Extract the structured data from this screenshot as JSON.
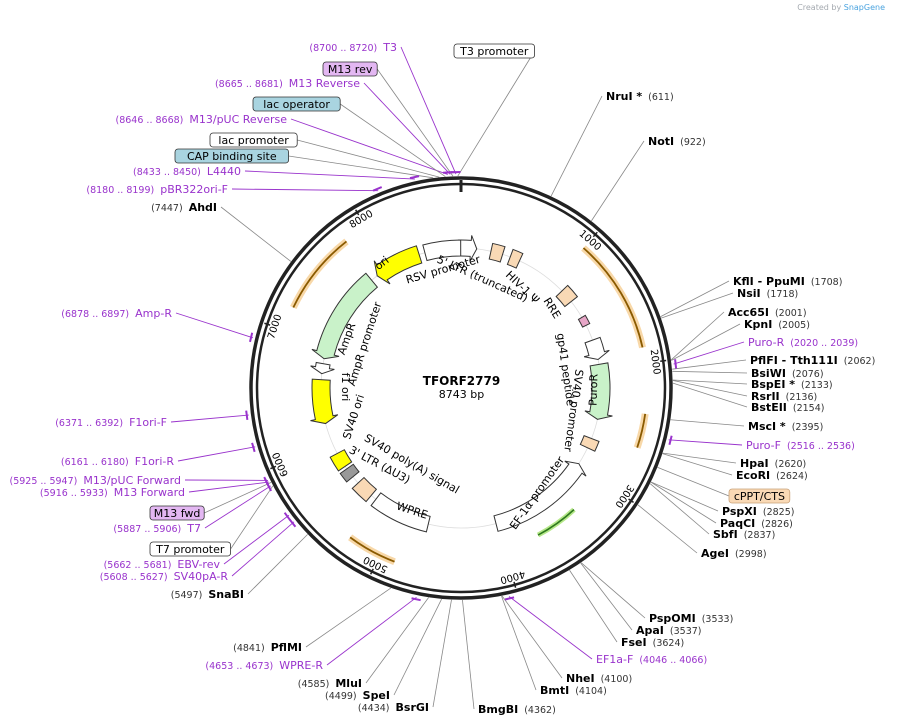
{
  "credit": {
    "prefix": "Created by",
    "brand": "SnapGene"
  },
  "plasmid": {
    "name": "TFORF2779",
    "length_text": "8743 bp",
    "length": 8743
  },
  "enzymes": [
    {
      "name": "NruI *",
      "coord": "(611)",
      "pos": 611
    },
    {
      "name": "NotI",
      "coord": "(922)",
      "pos": 922
    },
    {
      "name": "KflI",
      "name2": "PpuMI",
      "coord": "(1708)",
      "pos": 1708
    },
    {
      "name": "NsiI",
      "coord": "(1718)",
      "pos": 1718
    },
    {
      "name": "Acc65I",
      "coord": "(2001)",
      "pos": 2001
    },
    {
      "name": "KpnI",
      "coord": "(2005)",
      "pos": 2005
    },
    {
      "name": "PflFI",
      "name2": "Tth111I",
      "coord": "(2062)",
      "pos": 2062
    },
    {
      "name": "BsiWI",
      "coord": "(2076)",
      "pos": 2076
    },
    {
      "name": "BspEI *",
      "coord": "(2133)",
      "pos": 2133
    },
    {
      "name": "RsrII",
      "coord": "(2136)",
      "pos": 2136
    },
    {
      "name": "BstEII",
      "coord": "(2154)",
      "pos": 2154
    },
    {
      "name": "MscI *",
      "coord": "(2395)",
      "pos": 2395
    },
    {
      "name": "HpaI",
      "coord": "(2620)",
      "pos": 2620
    },
    {
      "name": "EcoRI",
      "coord": "(2624)",
      "pos": 2624
    },
    {
      "name": "PspXI",
      "coord": "(2825)",
      "pos": 2825
    },
    {
      "name": "PaqCI",
      "coord": "(2826)",
      "pos": 2826
    },
    {
      "name": "SbfI",
      "coord": "(2837)",
      "pos": 2837
    },
    {
      "name": "AgeI",
      "coord": "(2998)",
      "pos": 2998
    },
    {
      "name": "PspOMI",
      "coord": "(3533)",
      "pos": 3533
    },
    {
      "name": "ApaI",
      "coord": "(3537)",
      "pos": 3537
    },
    {
      "name": "FseI",
      "coord": "(3624)",
      "pos": 3624
    },
    {
      "name": "NheI",
      "coord": "(4100)",
      "pos": 4100
    },
    {
      "name": "BmtI",
      "coord": "(4104)",
      "pos": 4104
    },
    {
      "name": "BmgBI",
      "coord": "(4362)",
      "pos": 4362
    },
    {
      "name": "BsrGI",
      "coord": "(4434)",
      "pos": 4434
    },
    {
      "name": "SpeI",
      "coord": "(4499)",
      "pos": 4499
    },
    {
      "name": "MluI",
      "coord": "(4585)",
      "pos": 4585
    },
    {
      "name": "PflMI",
      "coord": "(4841)",
      "pos": 4841
    },
    {
      "name": "SnaBI",
      "coord": "(5497)",
      "pos": 5497
    },
    {
      "name": "AhdI",
      "coord": "(7447)",
      "pos": 7447
    }
  ],
  "primers": [
    {
      "name": "T3",
      "coord": "(8700 .. 8720)",
      "pos": 8710
    },
    {
      "name": "M13 Reverse",
      "coord": "(8665 .. 8681)",
      "pos": 8673
    },
    {
      "name": "M13/pUC Reverse",
      "coord": "(8646 .. 8668)",
      "pos": 8657
    },
    {
      "name": "L4440",
      "coord": "(8433 .. 8450)",
      "pos": 8441
    },
    {
      "name": "pBR322ori-F",
      "coord": "(8180 .. 8199)",
      "pos": 8190
    },
    {
      "name": "Amp-R",
      "coord": "(6878 .. 6897)",
      "pos": 6887
    },
    {
      "name": "F1ori-F",
      "coord": "(6371 .. 6392)",
      "pos": 6381
    },
    {
      "name": "F1ori-R",
      "coord": "(6161 .. 6180)",
      "pos": 6170
    },
    {
      "name": "M13/pUC Forward",
      "coord": "(5925 .. 5947)",
      "pos": 5936
    },
    {
      "name": "M13 Forward",
      "coord": "(5916 .. 5933)",
      "pos": 5924
    },
    {
      "name": "T7",
      "coord": "(5887 .. 5906)",
      "pos": 5896
    },
    {
      "name": "EBV-rev",
      "coord": "(5662 .. 5681)",
      "pos": 5671
    },
    {
      "name": "SV40pA-R",
      "coord": "(5608 .. 5627)",
      "pos": 5617
    },
    {
      "name": "WPRE-R",
      "coord": "(4653 .. 4673)",
      "pos": 4663
    },
    {
      "name": "EF1a-F",
      "coord": "(4046 .. 4066)",
      "pos": 4056
    },
    {
      "name": "Puro-R",
      "coord": "(2020 .. 2039)",
      "pos": 2030
    },
    {
      "name": "Puro-F",
      "coord": "(2516 .. 2536)",
      "pos": 2526
    }
  ],
  "outer_features": [
    {
      "name": "T3 promoter",
      "pos": 8722,
      "style": "white"
    },
    {
      "name": "M13 rev",
      "pos": 8690,
      "style": "purple"
    },
    {
      "name": "lac operator",
      "pos": 8640,
      "style": "blue"
    },
    {
      "name": "lac promoter",
      "pos": 8600,
      "style": "white"
    },
    {
      "name": "CAP binding site",
      "pos": 8560,
      "style": "blue"
    },
    {
      "name": "cPPT/CTS",
      "pos": 2720,
      "style": "tan"
    },
    {
      "name": "M13 fwd",
      "pos": 5915,
      "style": "purple"
    },
    {
      "name": "T7 promoter",
      "pos": 5890,
      "style": "white"
    }
  ],
  "inner_labels": [
    {
      "name": "RSV promoter"
    },
    {
      "name": "5' LTR (truncated)"
    },
    {
      "name": "HIV-1 Ψ"
    },
    {
      "name": "RRE"
    },
    {
      "name": "gp41 peptide"
    },
    {
      "name": "SV40 promoter"
    },
    {
      "name": "PuroR"
    },
    {
      "name": "EF-1α promoter"
    },
    {
      "name": "WPRE"
    },
    {
      "name": "3' LTR (ΔU3)"
    },
    {
      "name": "SV40 poly(A) signal"
    },
    {
      "name": "SV40 ori"
    },
    {
      "name": "f1 ori"
    },
    {
      "name": "AmpR promoter"
    },
    {
      "name": "AmpR"
    },
    {
      "name": "ori"
    }
  ],
  "ticks": [
    "1000",
    "2000",
    "3000",
    "4000",
    "5000",
    "6000",
    "7000",
    "8000"
  ],
  "colors": {
    "enzyme": "#000000",
    "primer": "#9933cc",
    "coord": "#333333",
    "primer_line": "#9933cc",
    "outer_ring": "#222222",
    "orange_arrow": "#f2a94a",
    "green_arrow": "#c9f2c9",
    "yellow": "#ffff00",
    "tan": "#f9d9b5",
    "blue_box": "#a9d4e0",
    "purple_box": "#e3b7f2"
  }
}
